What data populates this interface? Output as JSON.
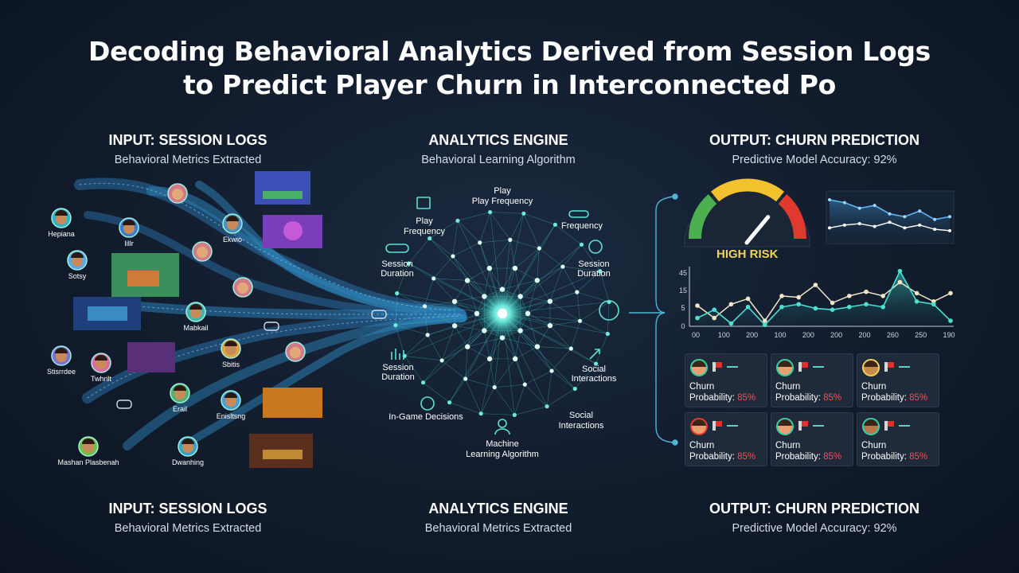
{
  "title": {
    "line1": "Decoding Behavioral Analytics Derived from Session Logs",
    "line2": "to Predict Player Churn in Interconnected Po"
  },
  "columns_top": [
    {
      "heading": "INPUT: SESSION LOGS",
      "sub": "Behavioral Metrics Extracted"
    },
    {
      "heading": "ANALYTICS ENGINE",
      "sub": "Behavioral Learning Algorithm"
    },
    {
      "heading": "OUTPUT: CHURN PREDICTION",
      "sub": "Predictive Model Accuracy: 92%"
    }
  ],
  "columns_bottom": [
    {
      "heading": "INPUT: SESSION LOGS",
      "sub": "Behavioral Metrics Extracted"
    },
    {
      "heading": "ANALYTICS ENGINE",
      "sub": "Behavioral Metrics Extracted"
    },
    {
      "heading": "OUTPUT: CHURN PREDICTION",
      "sub": "Predictive Model Accuracy: 92%"
    }
  ],
  "players": [
    {
      "name": "Hepiana",
      "color": "#2fb3c4"
    },
    {
      "name": "Iillr",
      "color": "#3a7bd5"
    },
    {
      "name": "Ekwio",
      "color": "#4a90c2"
    },
    {
      "name": "Sotsy",
      "color": "#5aa9e6"
    },
    {
      "name": "Mabkail",
      "color": "#3fb6a8"
    },
    {
      "name": "Twhrilt",
      "color": "#d96aa7"
    },
    {
      "name": "Stisrrdee",
      "color": "#7c6fd6"
    },
    {
      "name": "Erail",
      "color": "#4fb36f"
    },
    {
      "name": "Sbitis",
      "color": "#d9a545"
    },
    {
      "name": "Enisltsng",
      "color": "#46a0d6"
    },
    {
      "name": "Mashan Plasbenah",
      "color": "#6fbf4a"
    },
    {
      "name": "Dwanhing",
      "color": "#3aa0c8"
    }
  ],
  "engine_nodes": [
    {
      "label": "Play\nPlay Frequency",
      "icon": "play-icon"
    },
    {
      "label": "Play\nFrequency",
      "icon": "document-icon"
    },
    {
      "label": "Frequency",
      "icon": "gamepad-icon"
    },
    {
      "label": "Session\nDuration",
      "icon": "gamepad-icon"
    },
    {
      "label": "Session\nDuration",
      "icon": "clock-icon"
    },
    {
      "label": "Session\nDuration",
      "icon": "bar-chart-icon"
    },
    {
      "label": "Social\nInteractions",
      "icon": "arrow-icon"
    },
    {
      "label": "In-Game Decisions",
      "icon": "brain-icon"
    },
    {
      "label": "Social\nInteractions",
      "icon": "people-icon"
    },
    {
      "label": "Machine\nLearning Algorithm",
      "icon": "person-icon"
    }
  ],
  "gauge": {
    "label": "HIGH RISK",
    "level": 0.72
  },
  "chart_data": [
    {
      "type": "line",
      "y_ticks": [
        "0",
        "5",
        "15",
        "45"
      ],
      "x_ticks": [
        "00",
        "100",
        "200",
        "100",
        "200",
        "200",
        "200",
        "260",
        "250",
        "190"
      ],
      "series": [
        {
          "values": [
            15,
            6,
            16,
            20,
            4,
            22,
            21,
            30,
            17,
            22,
            25,
            22,
            32,
            24,
            18,
            24
          ],
          "color": "#f0e6c8"
        },
        {
          "values": [
            6,
            12,
            2,
            14,
            1,
            14,
            16,
            13,
            12,
            14,
            16,
            14,
            40,
            18,
            16,
            4
          ],
          "color": "#4de0d0"
        }
      ]
    },
    {
      "type": "line",
      "series": [
        {
          "values": [
            30,
            28,
            24,
            26,
            20,
            18,
            22,
            16,
            18
          ],
          "color": "#5fb3f0"
        },
        {
          "values": [
            10,
            12,
            13,
            11,
            14,
            10,
            12,
            9,
            8
          ],
          "color": "#ffffff"
        }
      ]
    }
  ],
  "cards": [
    {
      "t1": "Churn",
      "t2": "Probability:",
      "pct": "85%"
    },
    {
      "t1": "Churn",
      "t2": "Probability:",
      "pct": "85%"
    },
    {
      "t1": "Churn",
      "t2": "Probability:",
      "pct": "85%"
    },
    {
      "t1": "Churn",
      "t2": "Probability:",
      "pct": "85%"
    },
    {
      "t1": "Churn",
      "t2": "Probability:",
      "pct": "85%"
    },
    {
      "t1": "Churn",
      "t2": "Probability:",
      "pct": "85%"
    }
  ],
  "colors": {
    "accent": "#4de0d0",
    "risk": "#f2d25a",
    "alert": "#ff4d4d"
  }
}
